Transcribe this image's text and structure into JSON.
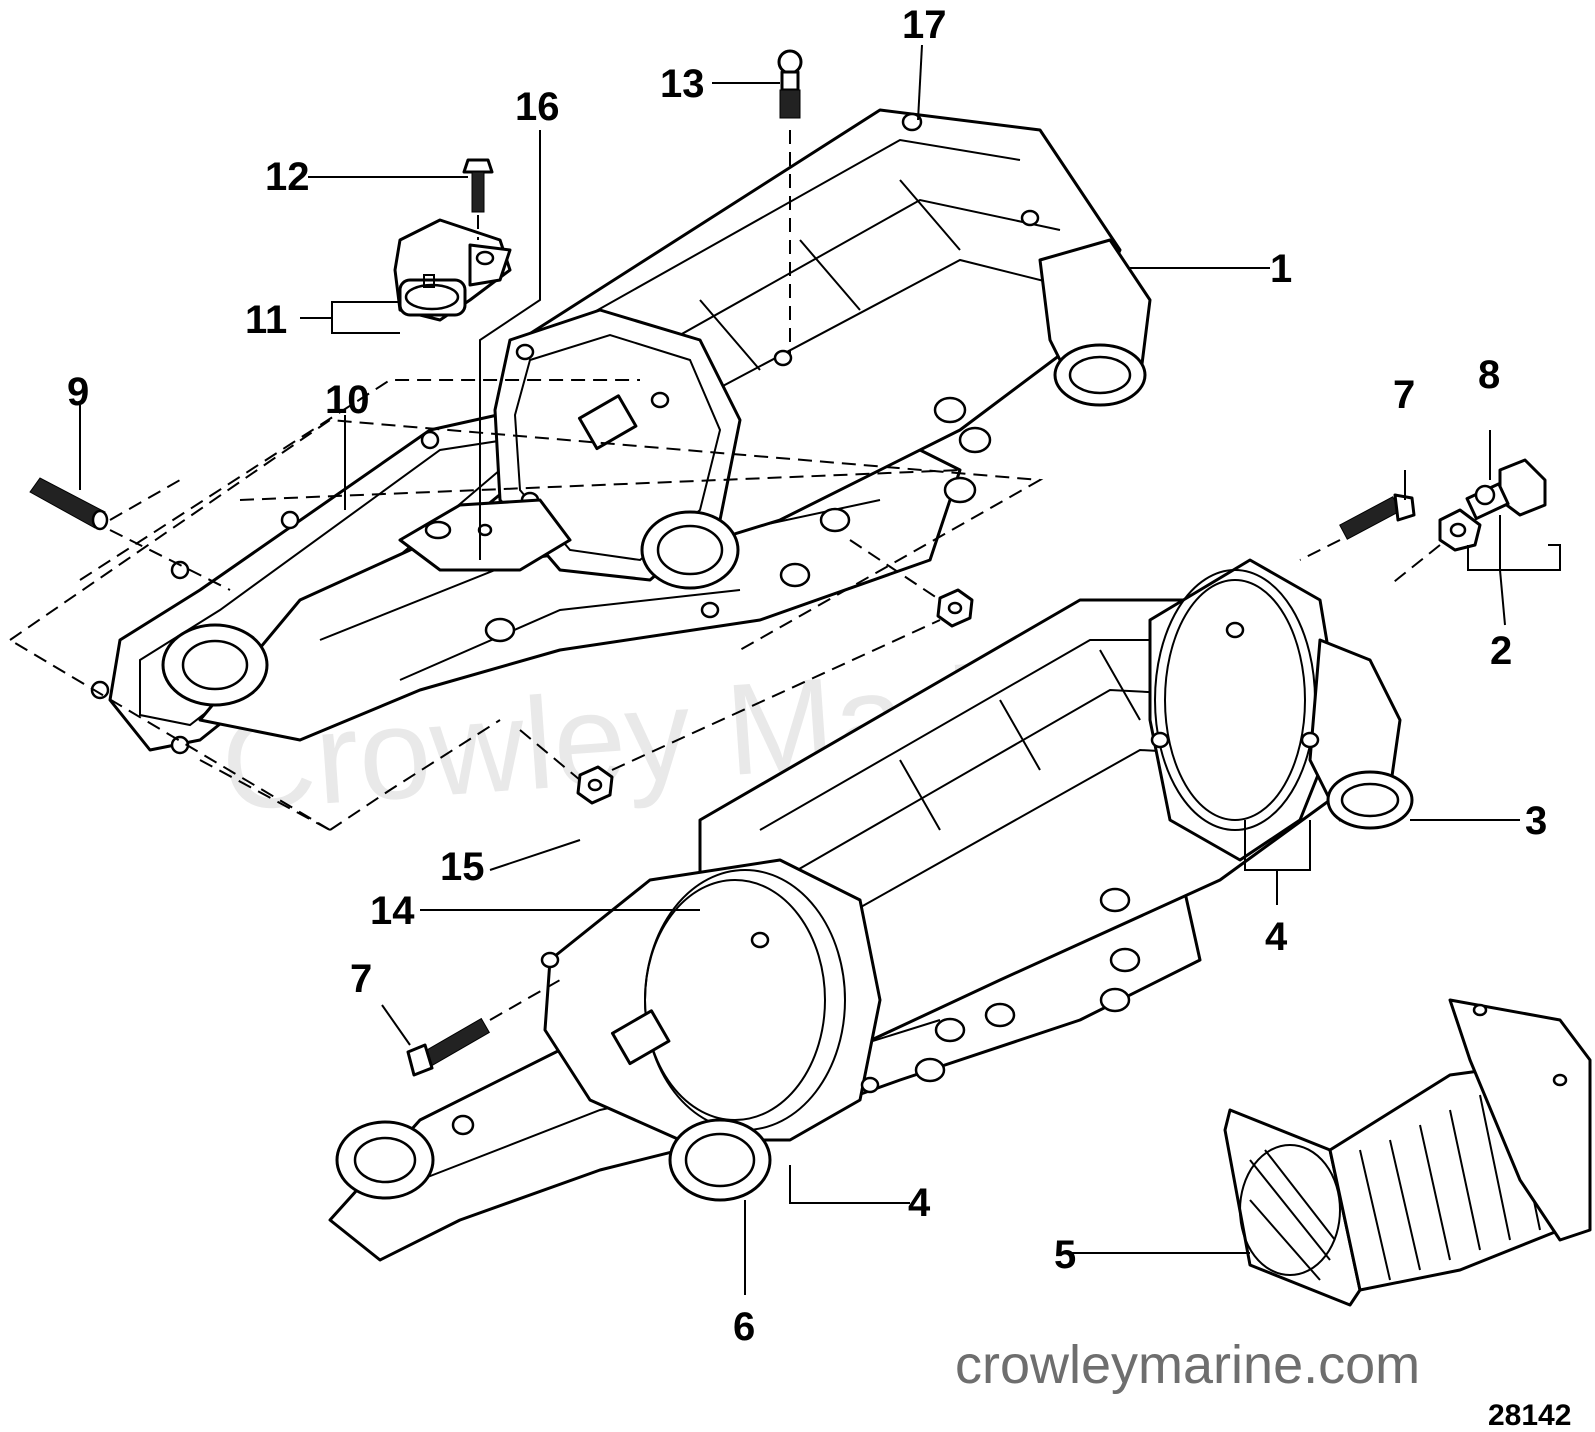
{
  "callouts": {
    "c1": "1",
    "c2": "2",
    "c3": "3",
    "c4a": "4",
    "c4b": "4",
    "c5": "5",
    "c6": "6",
    "c7a": "7",
    "c7b": "7",
    "c8": "8",
    "c9": "9",
    "c10": "10",
    "c11": "11",
    "c12": "12",
    "c13": "13",
    "c14": "14",
    "c15": "15",
    "c16": "16",
    "c17": "17"
  },
  "watermark": "Crowley Marine",
  "site_label": "crowleymarine.com",
  "figure_number": "28142"
}
